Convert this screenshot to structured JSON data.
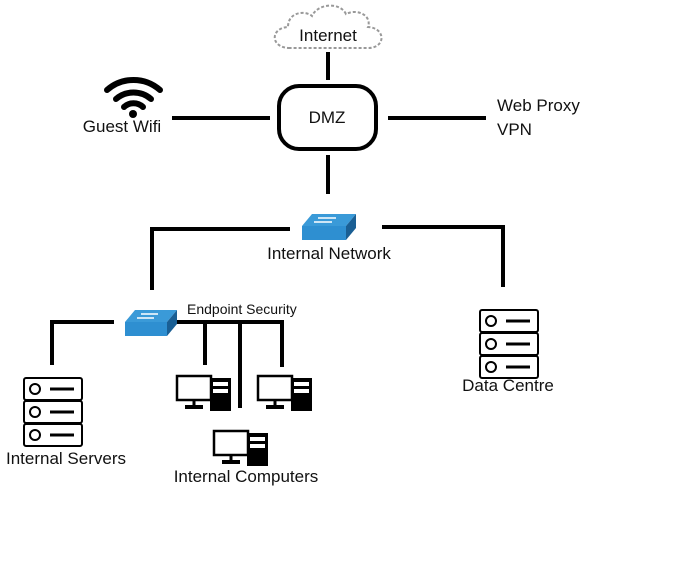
{
  "labels": {
    "internet": "Internet",
    "dmz": "DMZ",
    "guest_wifi": "Guest Wifi",
    "web_proxy": "Web Proxy",
    "vpn": "VPN",
    "internal_network": "Internal Network",
    "endpoint_security": "Endpoint Security",
    "internal_servers": "Internal Servers",
    "internal_computers": "Internal Computers",
    "data_centre": "Data Centre"
  },
  "icons": {
    "cloud": "cloud-icon",
    "wifi": "wifi-icon",
    "switch": "network-switch-icon",
    "server": "server-rack-icon",
    "computer": "desktop-computer-icon"
  },
  "colors": {
    "switch_top": "#2e8fd1",
    "switch_side": "#1a5f94",
    "line": "#000000"
  }
}
